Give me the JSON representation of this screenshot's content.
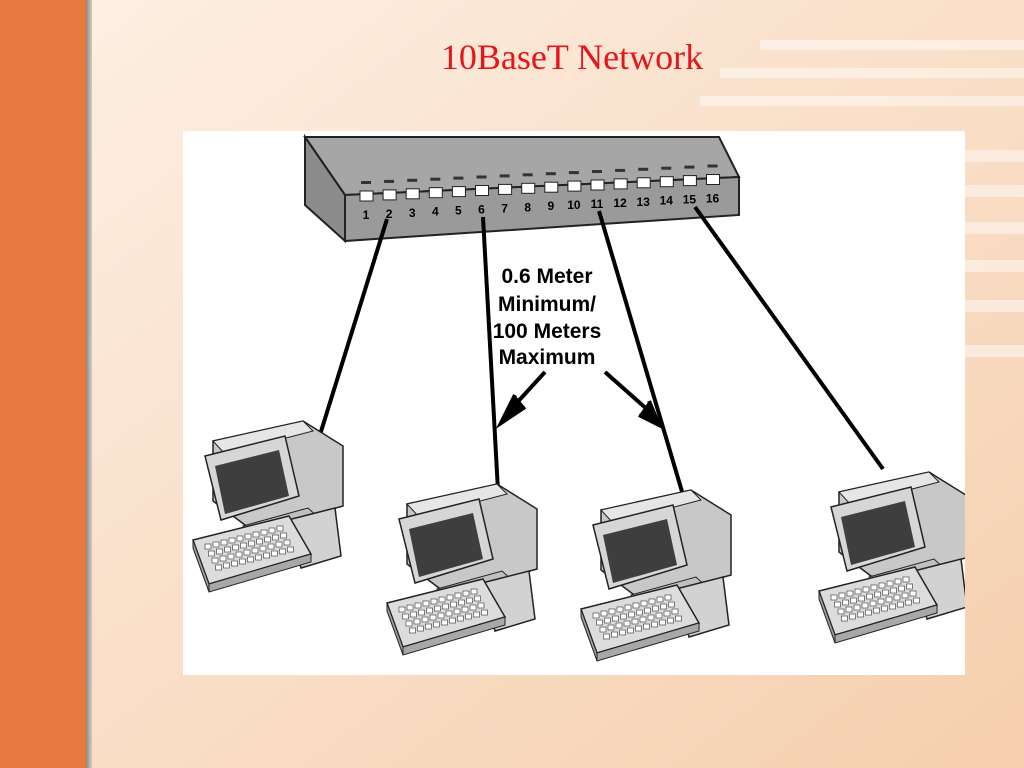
{
  "slide": {
    "title": "10BaseT Network"
  },
  "diagram": {
    "hub_ports": [
      "1",
      "2",
      "3",
      "4",
      "5",
      "6",
      "7",
      "8",
      "9",
      "10",
      "11",
      "12",
      "13",
      "14",
      "15",
      "16"
    ],
    "cable_label": [
      "0.6 Meter",
      "Minimum/",
      "100 Meters",
      "Maximum"
    ],
    "computer_count": 4
  },
  "colors": {
    "accent_bar": "#e8793f",
    "title": "#e3161b"
  }
}
